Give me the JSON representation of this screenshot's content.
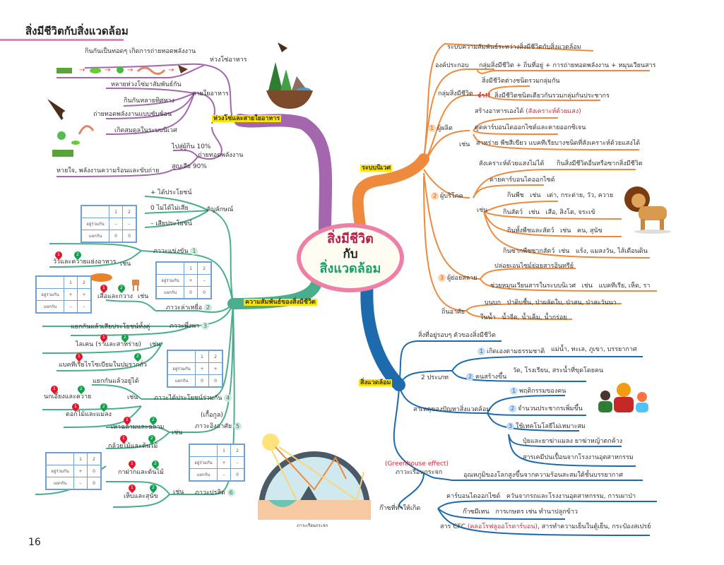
{
  "page": {
    "title": "สิ่งมีชีวิตกับสิ่งแวดล้อม",
    "page_number": "16"
  },
  "center": {
    "line1": "สิ่งมีชีวิต",
    "line2": "กับ",
    "line3": "สิ่งแวดล้อม"
  },
  "colors": {
    "food_branch": "#a466ad",
    "ecosystem_branch": "#ee8a3e",
    "environment_branch": "#1d6aad",
    "relation_branch": "#4aae8c",
    "center_border": "#ee7fa6",
    "highlight": "#ffe600",
    "accent_red": "#d9263a"
  },
  "food": {
    "label": "ห่วงโซ่และสายใยอาหาร",
    "chain": {
      "label": "ห่วงโซ่อาหาร",
      "desc": "กินกันเป็นทอดๆ เกิดการถ่ายทอดพลังงาน"
    },
    "web": {
      "label": "สายใยอาหาร",
      "items": [
        "หลายห่วงโซ่มาสัมพันธ์กัน",
        "กินกันหลายทิศทาง",
        "ถ่ายทอดพลังงานแบบซับซ้อน",
        "เกิดสมดุลในระบบนิเวศ"
      ]
    },
    "energy": {
      "label": "ถ่ายทอดพลังงาน",
      "to_consumer": "ไปสู่ผู้กิน 10%",
      "loss": "สูญเสีย 90%",
      "loss_desc": "หายใจ, พลังงานความร้อนและขับถ่าย"
    }
  },
  "ecosystem": {
    "label": "ระบบนิเวศ",
    "definition": "ระบบความสัมพันธ์ระหว่างสิ่งมีชีวิตกับสิ่งแวดล้อม",
    "components": {
      "label": "องค์ประกอบ",
      "value": "กลุ่มสิ่งมีชีวิต + ถิ่นที่อยู่ + การถ่ายทอดพลังงาน + หมุนเวียนสาร"
    },
    "community": {
      "label": "กลุ่มสิ่งมีชีวิต",
      "item1": "สิ่งมีชีวิตต่างชนิดรวมกลุ่มกัน",
      "remember": "จำ!!",
      "item2": "สิ่งมีชีวิตชนิดเดียวกันรวมกลุ่มกัน",
      "item2_result": "ประชากร"
    },
    "producer": {
      "num": "1",
      "label": "ผู้ผลิต",
      "item1": "สร้างอาหารเองได้",
      "item1_red": "(สังเคราะห์ด้วยแสง)",
      "item2": "ดูดคาร์บอนไดออกไซด์และคายออกซิเจน",
      "example_label": "เช่น",
      "example": "สาหร่าย พืชสีเขียว แบคทีเรียบางชนิดที่สังเคราะห์ด้วยแสงได้"
    },
    "consumer": {
      "num": "2",
      "label": "ผู้บริโภค",
      "item1": "สังเคราะห์ด้วยแสงไม่ได้",
      "item1_result": "กินสิ่งมีชีวิตอื่นหรือซากสิ่งมีชีวิต",
      "item2": "คายคาร์บอนไดออกไซด์",
      "example_label": "เช่น",
      "types": [
        {
          "type": "กินพืช",
          "eg": "เช่น",
          "examples": "เต่า, กระต่าย, วัว, ควาย"
        },
        {
          "type": "กินสัตว์",
          "eg": "เช่น",
          "examples": "เสือ, สิงโต, จระเข้"
        },
        {
          "type": "กินทั้งพืชและสัตว์",
          "eg": "เช่น",
          "examples": "คน, สุนัข"
        },
        {
          "type": "กินซากพืชซากสัตว์",
          "eg": "เช่น",
          "examples": "แร้ง, แมลงวัน, ไส้เดือนดิน"
        }
      ]
    },
    "decomposer": {
      "num": "3",
      "label": "ผู้ย่อยสลาย",
      "item1": "ปล่อยเอนไซม์ย่อยสารอินทรีย์",
      "item2": "ช่วยหมุนเวียนสารในระบบนิเวศ",
      "eg": "เช่น",
      "examples": "แบคทีเรีย, เห็ด, รา"
    },
    "habitat": {
      "label": "ถิ่นอาศัย",
      "land": "บนบก",
      "land_examples": "ป่าดิบชื้น, ป่าผลัดใบ, ป่าสน, ป่าสะวันนา",
      "water": "ในน้ำ",
      "water_examples": "น้ำจืด, น้ำเค็ม, น้ำกร่อย"
    }
  },
  "environment": {
    "label": "สิ่งแวดล้อม",
    "definition": "สิ่งที่อยู่รอบๆ ตัวของสิ่งมีชีวิต",
    "types": {
      "label": "2 ประเภท",
      "natural": "เกิดเองตามธรรมชาติ",
      "natural_examples": "แม่น้ำ, ทะเล, ภูเขา, บรรยากาศ",
      "manmade": "คนสร้างขึ้น",
      "manmade_examples": "วัด, โรงเรียน, สระน้ำที่ขุดโดยคน"
    },
    "causes": {
      "label": "สาเหตุของปัญหาสิ่งแวดล้อม",
      "items": [
        "พฤติกรรมของคน",
        "จำนวนประชากรเพิ่มขึ้น",
        "ใช้เทคโนโลยีไม่เหมาะสม"
      ],
      "tech_items": [
        "ปุ๋ยและยาฆ่าแมลง ยาฆ่าหญ้าตกค้าง",
        "สารเคมีปนเปื้อนจากโรงงานอุตสาหกรรม"
      ]
    },
    "greenhouse": {
      "en": "(Greenhouse effect)",
      "th": "ภาวะเรือนกระจก",
      "desc": "อุณหภูมิของโลกสูงขึ้นจากความร้อนสะสมใต้ชั้นบรรยากาศ",
      "image_caption": "ภาวะเรือนกระจก"
    },
    "gases": {
      "label": "ก๊าซที่ทำให้เกิด",
      "items": [
        {
          "gas": "คาร์บอนไดออกไซด์",
          "source": "ควันจากรถและโรงงานอุตสาหกรรม, การเผาป่า"
        },
        {
          "gas": "ก๊าซมีเทน",
          "source": "การเกษตร เช่น ทำนาปลูกข้าว"
        }
      ],
      "cfc_prefix": "สาร CFC",
      "cfc_red": "(คลอโรฟลูออโรคาร์บอน)",
      "cfc_suffix": ", สารทำความเย็นในตู้เย็น, กระป๋องสเปรย์"
    }
  },
  "relations": {
    "label": "ความสัมพันธ์ของสิ่งมีชีวิต",
    "symbols": {
      "label": "สัญลักษณ์",
      "items": [
        "+ ได้ประโยชน์",
        "0 ไม่ได้ไม่เสีย",
        "– เสียประโยชน์"
      ]
    },
    "table_headers": {
      "col1": "1",
      "col2": "2",
      "row1": "อยู่ร่วมกัน",
      "row2": "แยกกัน"
    },
    "eg": "เช่น",
    "types": [
      {
        "num": "1",
        "label": "ภาวะแข่งขัน",
        "examples": [
          "วัวและควายแย่งอาหาร"
        ],
        "table": {
          "together": [
            "–",
            "–"
          ],
          "apart": [
            "0",
            "0"
          ]
        }
      },
      {
        "num": "2",
        "label": "ภาวะล่าเหยื่อ",
        "examples": [
          "เสือและกวาง"
        ],
        "table": {
          "together": [
            "+",
            "–"
          ],
          "apart": [
            "0",
            "0"
          ]
        },
        "table_b": {
          "together": [
            "+",
            "+"
          ],
          "apart": [
            "–",
            "–"
          ]
        }
      },
      {
        "num": "3",
        "label": "ภาวะพึ่งพา",
        "desc": "แยกกันแล้วเสียประโยชน์ทั้งคู่",
        "examples": [
          "ไลเคน (ราและสาหร่าย)",
          "แบคทีเรียไรโซเบียมในปมรากถั่ว"
        ]
      },
      {
        "num": "4",
        "label": "ภาวะได้ประโยชน์ร่วมกัน",
        "desc": "แยกกันแล้วอยู่ได้",
        "examples": [
          "นกเอี้ยงและควาย",
          "ดอกไม้และแมลง"
        ],
        "table": {
          "together": [
            "+",
            "+"
          ],
          "apart": [
            "0",
            "0"
          ]
        }
      },
      {
        "num": "5",
        "label": "ภาวะอิงอาศัย",
        "sub": "(เกื้อกูล)",
        "examples": [
          "เหาฉลามและฉลาม",
          "กล้วยไม้และต้นไม้"
        ],
        "table": {
          "together": [
            "+",
            "0"
          ],
          "apart": [
            "–",
            "0"
          ]
        }
      },
      {
        "num": "6",
        "label": "ภาวะปรสิต",
        "examples": [
          "กาฝากและต้นไม้",
          "เห็บและสุนัข"
        ],
        "table": {
          "together": [
            "+",
            "–"
          ],
          "apart": [
            "–",
            "0"
          ]
        }
      }
    ]
  }
}
